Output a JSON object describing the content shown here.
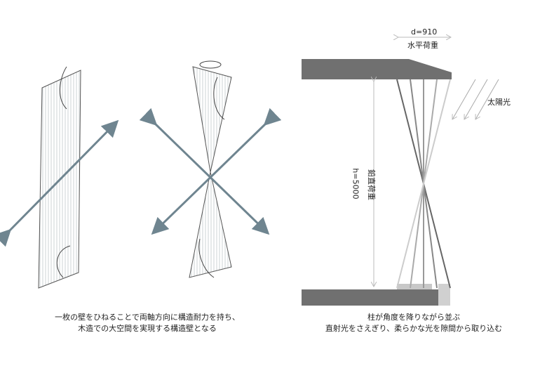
{
  "left_caption": {
    "line1": "一枚の壁をひねることで両軸方向に構造耐力を持ち、",
    "line2": "木造での大空間を実現する構造壁となる"
  },
  "right_caption": {
    "line1": "柱が角度を降りながら並ぶ",
    "line2": "直射光をさえぎり、柔らかな光を隙間から取り込む"
  },
  "labels": {
    "width_dim": "d=910",
    "horizontal_load": "水平荷重",
    "height_dim": "h=5000",
    "vertical_load": "鉛直荷重",
    "sunlight": "太陽光"
  },
  "colors": {
    "slab": "#707070",
    "arrow": "#6f8590",
    "panel": "#d8dde0"
  }
}
